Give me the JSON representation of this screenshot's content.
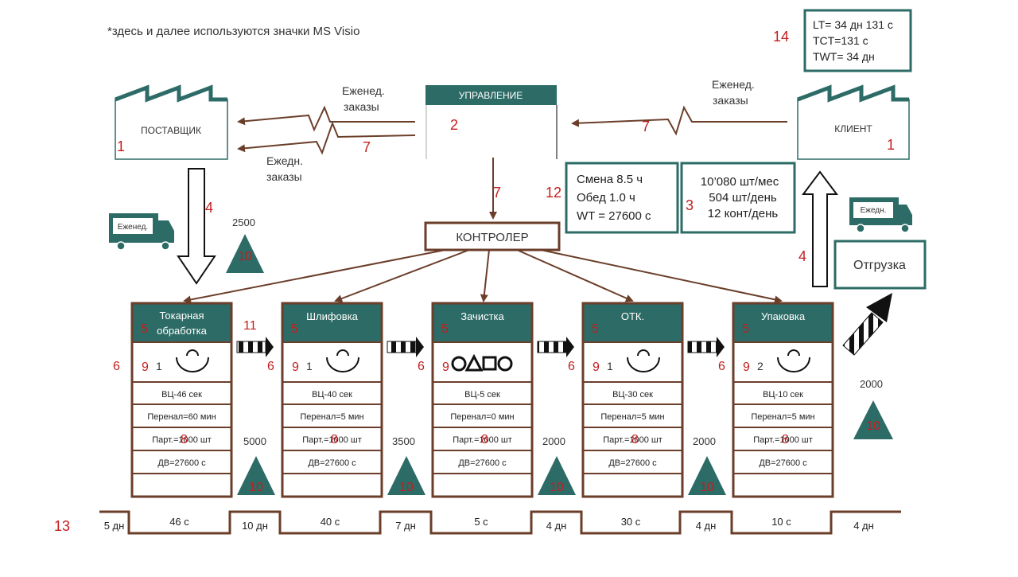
{
  "header_note": "*здесь и далее используются значки MS Visio",
  "colors": {
    "teal": "#2d6b66",
    "brown": "#6b3e2a",
    "red": "#c41e1e",
    "text": "#333333"
  },
  "supplier": {
    "label": "ПОСТАВЩИК",
    "num": "1"
  },
  "client": {
    "label": "КЛИЕНТ",
    "num": "1"
  },
  "management": {
    "label": "УПРАВЛЕНИЕ",
    "num": "2"
  },
  "controller": {
    "label": "КОНТРОЛЕР"
  },
  "weekly_orders_left": [
    "Еженед.",
    "заказы"
  ],
  "daily_orders": [
    "Ежедн.",
    "заказы"
  ],
  "weekly_orders_right": [
    "Еженед.",
    "заказы"
  ],
  "num7": "7",
  "num4": "4",
  "num3": "3",
  "num12": "12",
  "num14": "14",
  "num13": "13",
  "num11": "11",
  "num6": "6",
  "num5": "5",
  "num8": "8",
  "num9": "9",
  "num10": "10",
  "truck_left": "Еженед.",
  "truck_right": "Ежедн.",
  "shipping": "Отгрузка",
  "shift_box": [
    "Смена 8.5 ч",
    "Обед 1.0 ч",
    "WT = 27600 с"
  ],
  "demand_box": [
    "10’080 шт/мес",
    "504 шт/день",
    "12 конт/день"
  ],
  "lead_box": [
    "LT= 34 дн 131 с",
    "TCT=131 с",
    "TWT= 34 дн"
  ],
  "inventory_supplier": "2500",
  "inventory_end": "2000",
  "processes": [
    {
      "name": [
        "Токарная",
        "обработка"
      ],
      "operators": "1",
      "ct": "ВЦ-46 сек",
      "changeover": "Перенал=60 мин",
      "batch": "Парт.=1000 шт",
      "uptime": "ДВ=27600 с",
      "inventory": "5000",
      "symbol": "operator"
    },
    {
      "name": [
        "Шлифовка"
      ],
      "operators": "1",
      "ct": "ВЦ-40 сек",
      "changeover": "Перенал=5 мин",
      "batch": "Парт.=1000 шт",
      "uptime": "ДВ=27600 с",
      "inventory": "3500",
      "symbol": "operator"
    },
    {
      "name": [
        "Зачистка"
      ],
      "operators": "",
      "ct": "ВЦ-5 сек",
      "changeover": "Перенал=0 мин",
      "batch": "Парт.=1000 шт",
      "uptime": "ДВ=27600 с",
      "inventory": "2000",
      "symbol": "shapes"
    },
    {
      "name": [
        "ОТК."
      ],
      "operators": "1",
      "ct": "ВЦ-30 сек",
      "changeover": "Перенал=5 мин",
      "batch": "Парт.=1000 шт",
      "uptime": "ДВ=27600 с",
      "inventory": "2000",
      "symbol": "operator"
    },
    {
      "name": [
        "Упаковка"
      ],
      "operators": "2",
      "ct": "ВЦ-10 сек",
      "changeover": "Перенал=5 мин",
      "batch": "Парт.=1000 шт",
      "uptime": "ДВ=27600 с",
      "inventory": "",
      "symbol": "operator"
    }
  ],
  "timeline": {
    "waits": [
      "5 дн",
      "10 дн",
      "7 дн",
      "4 дн",
      "4 дн",
      "4 дн"
    ],
    "processing": [
      "46 с",
      "40 с",
      "5 с",
      "30 с",
      "10 с"
    ]
  }
}
